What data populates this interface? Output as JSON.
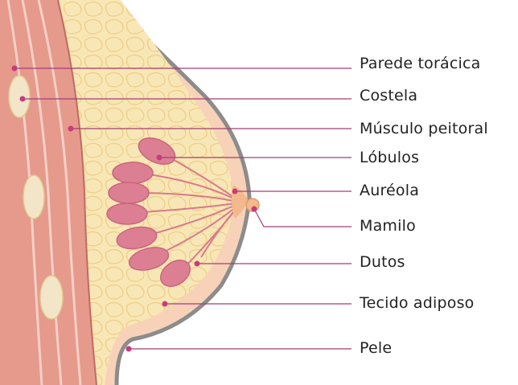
{
  "diagram": {
    "labels": [
      {
        "id": "parede-toracica",
        "text": "Parede torácica"
      },
      {
        "id": "costela",
        "text": "Costela"
      },
      {
        "id": "musculo-peitoral",
        "text": "Músculo peitoral"
      },
      {
        "id": "lobulos",
        "text": "Lóbulos"
      },
      {
        "id": "aureola",
        "text": "Auréola"
      },
      {
        "id": "mamilo",
        "text": "Mamilo"
      },
      {
        "id": "dutos",
        "text": "Dutos"
      },
      {
        "id": "tecido-adiposo",
        "text": "Tecido adiposo"
      },
      {
        "id": "pele",
        "text": "Pele"
      }
    ]
  },
  "colors": {
    "skin": "#f8d2b8",
    "skin_edge": "#8c8c8c",
    "fat": "#f8e7b6",
    "fat_cells": "#efcf8a",
    "muscle": "#e59a8c",
    "muscle_stripe": "#f6d0c6",
    "rib": "#f3e6c8",
    "lobule": "#dd7f93",
    "leader": "#a43d74",
    "dot": "#c93b7d"
  }
}
